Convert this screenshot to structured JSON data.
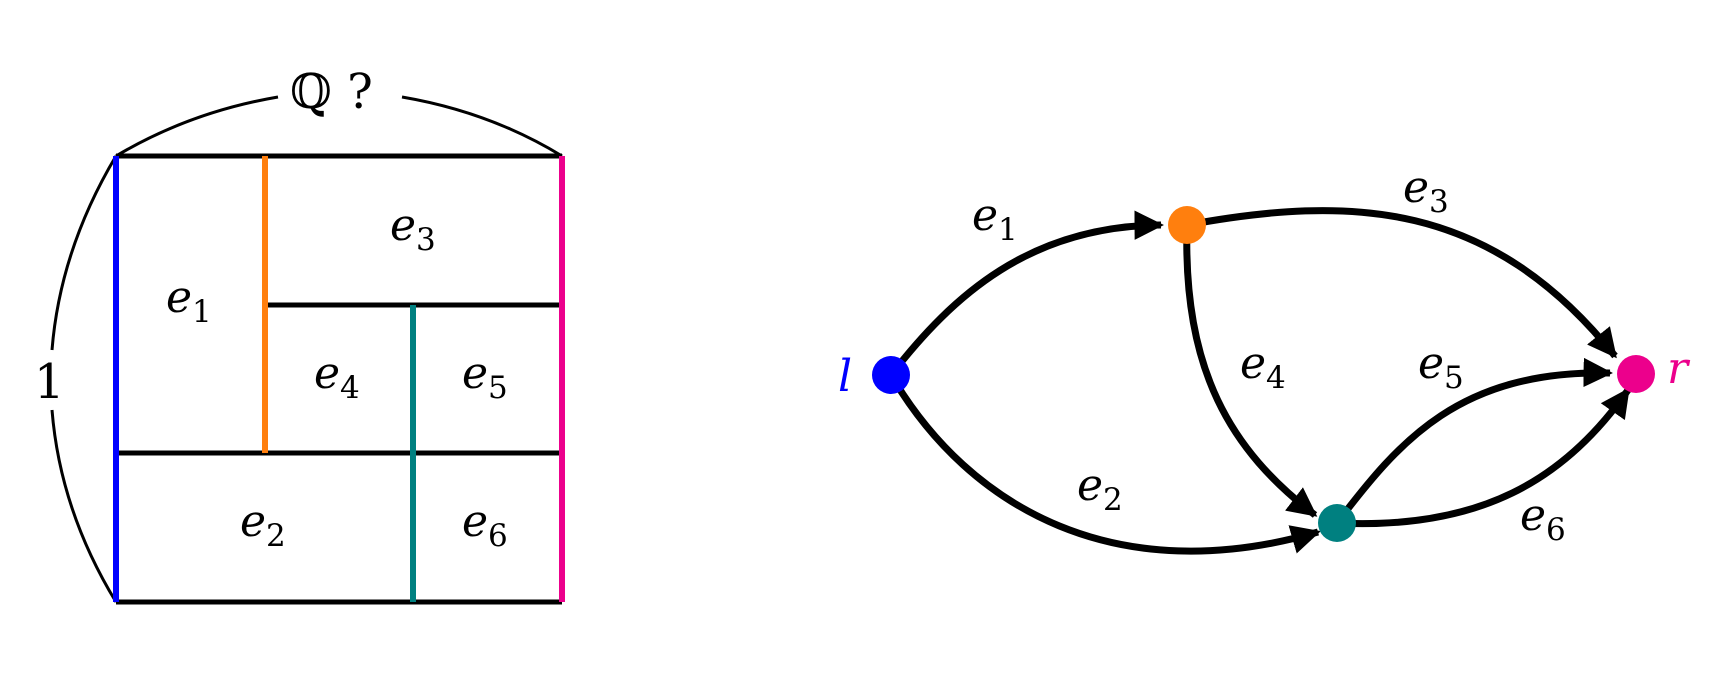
{
  "colors": {
    "blue": "#0000ff",
    "orange": "#ff7f0e",
    "teal": "#008080",
    "magenta": "#ec008c",
    "black": "#000000"
  },
  "rectangle": {
    "top_label": "ℚ ?",
    "left_label": "1",
    "cells": [
      {
        "id": "e1",
        "letter": "e",
        "sub": "1"
      },
      {
        "id": "e2",
        "letter": "e",
        "sub": "2"
      },
      {
        "id": "e3",
        "letter": "e",
        "sub": "3"
      },
      {
        "id": "e4",
        "letter": "e",
        "sub": "4"
      },
      {
        "id": "e5",
        "letter": "e",
        "sub": "5"
      },
      {
        "id": "e6",
        "letter": "e",
        "sub": "6"
      }
    ]
  },
  "graph": {
    "nodes": [
      {
        "id": "l",
        "label": "l",
        "color": "blue"
      },
      {
        "id": "a",
        "label": "",
        "color": "orange"
      },
      {
        "id": "b",
        "label": "",
        "color": "teal"
      },
      {
        "id": "r",
        "label": "r",
        "color": "magenta"
      }
    ],
    "edges": [
      {
        "id": "e1",
        "from": "l",
        "to": "a",
        "letter": "e",
        "sub": "1"
      },
      {
        "id": "e2",
        "from": "l",
        "to": "b",
        "letter": "e",
        "sub": "2"
      },
      {
        "id": "e3",
        "from": "a",
        "to": "r",
        "letter": "e",
        "sub": "3"
      },
      {
        "id": "e4",
        "from": "a",
        "to": "b",
        "letter": "e",
        "sub": "4"
      },
      {
        "id": "e5",
        "from": "b",
        "to": "r",
        "letter": "e",
        "sub": "5"
      },
      {
        "id": "e6",
        "from": "b",
        "to": "r",
        "letter": "e",
        "sub": "6"
      }
    ]
  }
}
